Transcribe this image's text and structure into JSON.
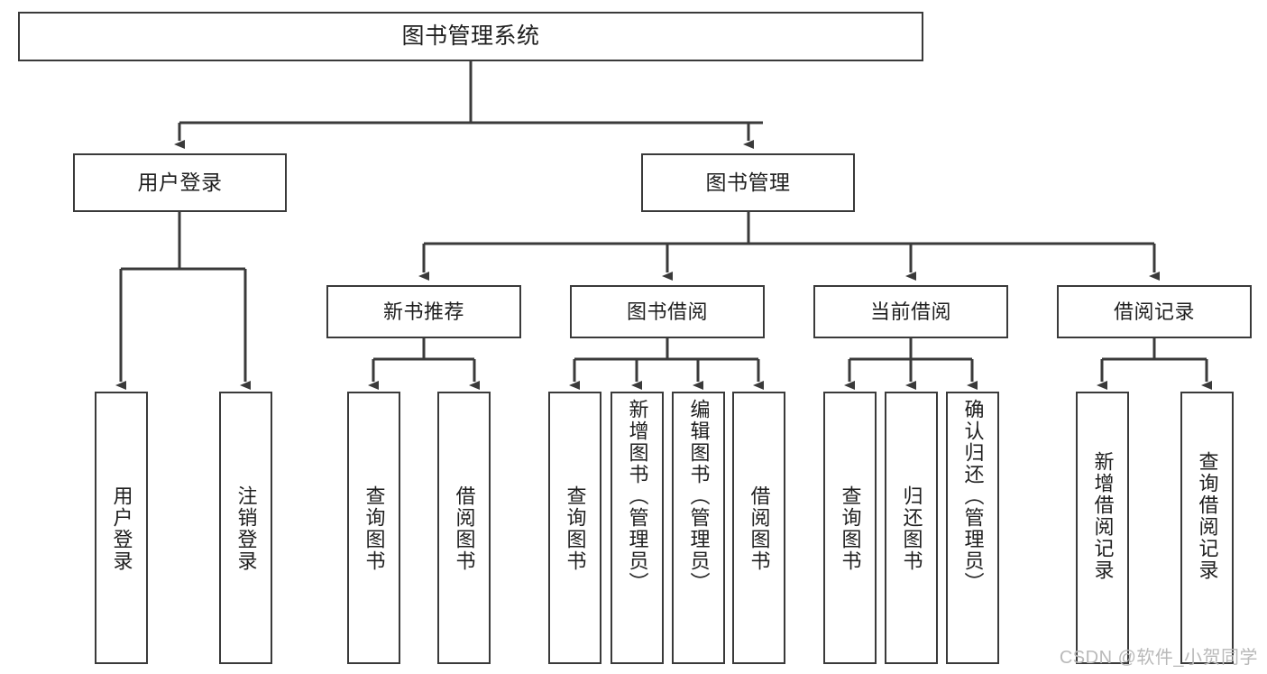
{
  "diagram": {
    "title": "图书管理系统",
    "type": "hierarchy-tree",
    "watermark": "CSDN @软件_小贺同学",
    "colors": {
      "stroke": "#3a3a3a",
      "fill": "#ffffff",
      "text": "#1f1f1f",
      "watermark": "#b9b9b9"
    },
    "root": {
      "label": "图书管理系统"
    },
    "level2": [
      {
        "label": "用户登录"
      },
      {
        "label": "图书管理"
      }
    ],
    "level3": [
      {
        "label": "新书推荐"
      },
      {
        "label": "图书借阅"
      },
      {
        "label": "当前借阅"
      },
      {
        "label": "借阅记录"
      }
    ],
    "leaves": {
      "user_login": [
        {
          "label": "用户登录"
        },
        {
          "label": "注销登录"
        }
      ],
      "new_book": [
        {
          "label": "查询图书"
        },
        {
          "label": "借阅图书"
        }
      ],
      "book_borrow": [
        {
          "label": "查询图书"
        },
        {
          "label": "新增图书（管理员）"
        },
        {
          "label": "编辑图书（管理员）"
        },
        {
          "label": "借阅图书"
        }
      ],
      "current_borrow": [
        {
          "label": "查询图书"
        },
        {
          "label": "归还图书"
        },
        {
          "label": "确认归还（管理员）"
        }
      ],
      "borrow_record": [
        {
          "label": "新增借阅记录"
        },
        {
          "label": "查询借阅记录"
        }
      ]
    }
  }
}
